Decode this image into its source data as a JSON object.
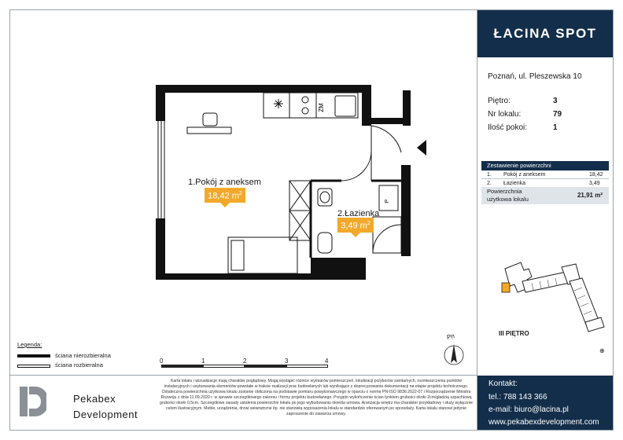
{
  "brand": {
    "name": "ŁACINA SPOT"
  },
  "address": "Poznań, ul. Pleszewska 10",
  "info": [
    {
      "label": "Piętro:",
      "value": "3"
    },
    {
      "label": "Nr lokalu:",
      "value": "79"
    },
    {
      "label": "Ilość pokoi:",
      "value": "1"
    }
  ],
  "areas": {
    "heading": "Zestawienie powierzchni",
    "rows": [
      {
        "no": "1.",
        "name": "Pokój z aneksem",
        "value": "18,42"
      },
      {
        "no": "2.",
        "name": "Łazienka",
        "value": "3,49"
      }
    ],
    "total_label_1": "Powierzchnia",
    "total_label_2": "użytkowa lokalu",
    "total_value": "21,91 m²"
  },
  "floor_label": "III PIĘTRO",
  "rooms": [
    {
      "label": "1.Pokój z aneksem",
      "area": "18,42 m",
      "sup": "2"
    },
    {
      "label": "2.Łazienka",
      "area": "3,49 m",
      "sup": "2"
    }
  ],
  "fixtures": {
    "zm": "ZM",
    "p": "P"
  },
  "north": "Pn",
  "legend": {
    "title": "Legenda:",
    "items": [
      "ściana nierozbieralna",
      "ściana rozbieralna"
    ]
  },
  "scale": [
    "0",
    "1",
    "2",
    "3",
    "4"
  ],
  "company": {
    "line1": "Pekabex",
    "line2": "Development"
  },
  "disclaimer": "Karta lokalu i wizualizacje mają charakter poglądowy. Mogą wystąpić różnice wymiarów pomieszczeń, lokalizacji przyborów sanitarnych, rozmieszczenia punktów instalacyjnych i usytuowania elementów powstałe w trakcie realizacji prac budowlanych lub wynikające z doprecyzowania dokumentacji na etapie projektu technicznego. Ostateczna powierzchnia użytkowa lokalu zostanie obliczona na podstawie pomiaru powykonawczego w oparciu o normę PN-ISO 9836:2022-07 i Rozporządzenie Ministra Rozwoju z dnia 11.09.2020 r. w sprawie szczegółowego zakresu i formy projektu budowlanego. Przyjęto wykończenie ścian tynkiem grubości około 2cm/gładzią szpachlową grubości około 0,5cm. Szczegółowe zasady ustalenia powierzchni lokalu po jego wybudowaniu określa umowa. Aranżacja wnętrz ma charakter przykładowy i służy wyłącznie celom ilustracyjnym. Meble, urządzenia, drzwi wewnętrzne itp. nie stanowią wyposażenia lokalu w standardzie oferowanym po sprzedaży. Karta lokalu stanowi jedynie zaproszenie do zawarcia umowy.",
  "contact": {
    "title": "Kontakt:",
    "phone": "tel.: 788 143 366",
    "email": "e-mail: biuro@lacina.pl",
    "web": "www.pekabexdevelopment.com"
  },
  "colors": {
    "navy": "#132e4a",
    "accent": "#f2a92b",
    "wall": "#111111"
  }
}
